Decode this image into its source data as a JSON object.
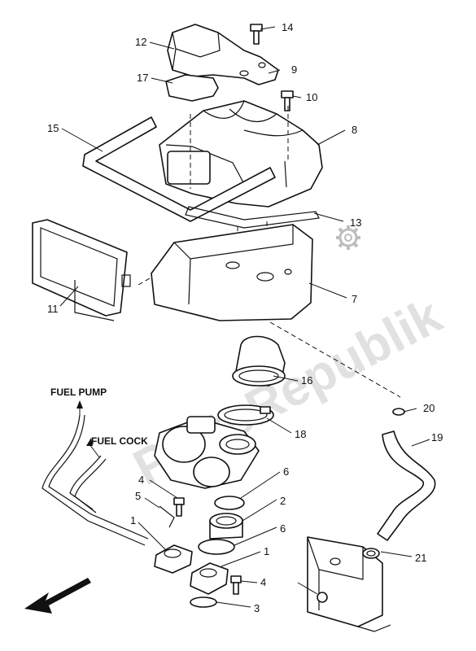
{
  "watermark": "PartsRepublik",
  "labels": {
    "fuel_pump": "FUEL PUMP",
    "fuel_cock": "FUEL COCK"
  },
  "callouts": {
    "p14": "14",
    "p12": "12",
    "p9": "9",
    "p17": "17",
    "p10": "10",
    "p15": "15",
    "p8": "8",
    "p13": "13",
    "p11": "11",
    "p7": "7",
    "p16": "16",
    "p20": "20",
    "p18": "18",
    "p19": "19",
    "p6a": "6",
    "p4a": "4",
    "p5": "5",
    "p2": "2",
    "p1a": "1",
    "p6b": "6",
    "p1b": "1",
    "p21": "21",
    "p4b": "4",
    "p3": "3"
  },
  "colors": {
    "line": "#111111",
    "watermark": "#c9c9c9"
  },
  "icons": [
    "gear-icon",
    "direction-arrow-icon"
  ]
}
